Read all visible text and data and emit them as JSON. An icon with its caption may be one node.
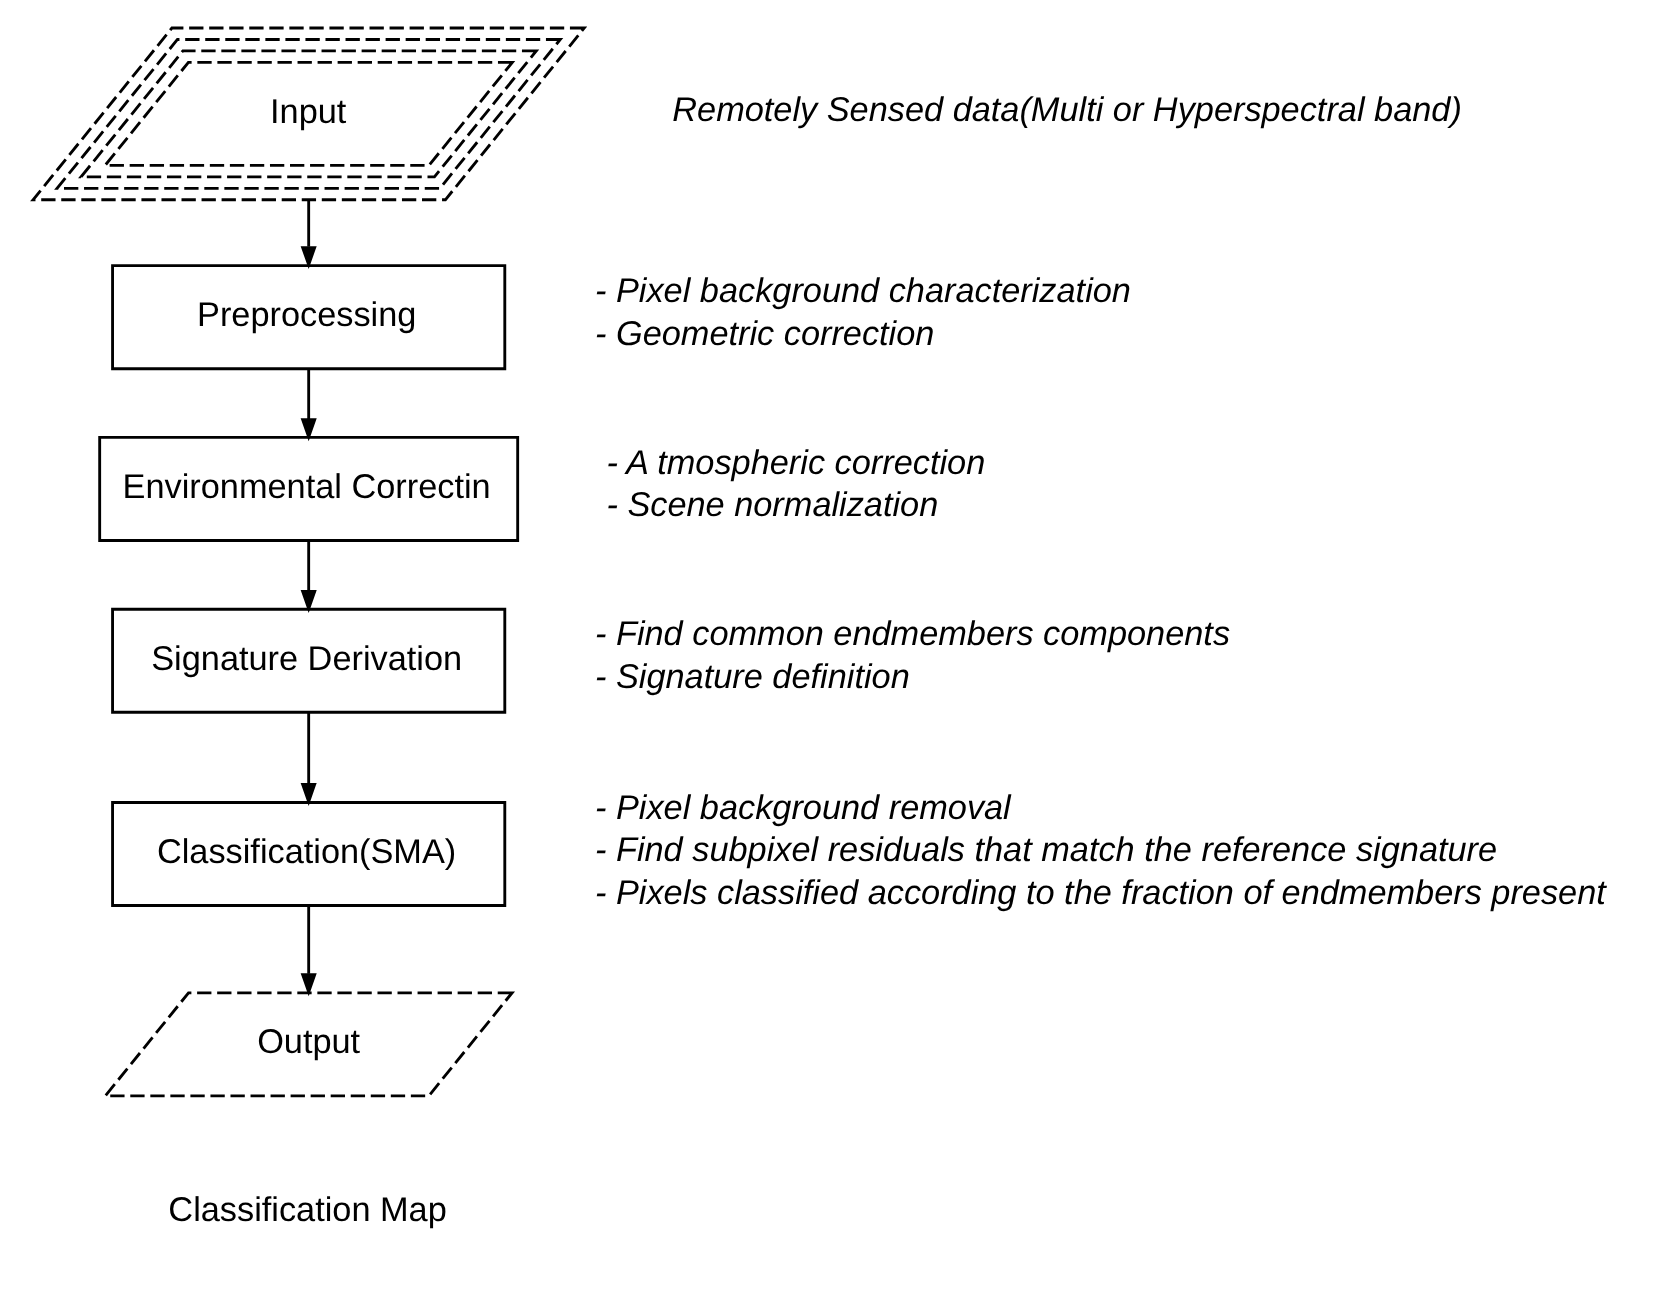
{
  "diagram": {
    "nodes": [
      {
        "text": [
          "Input"
        ],
        "beside": [
          "Remotely Sensed data(Multi or Hyperspectral band)"
        ]
      },
      {
        "text": [
          "Preprocessing"
        ],
        "beside": [
          "- Pixel background characterization",
          "- Geometric correction"
        ]
      },
      {
        "text": [
          "Environmental Correctin"
        ],
        "beside": [
          "- A tmospheric correction",
          "- Scene normalization"
        ]
      },
      {
        "text": [
          "Signature Derivation"
        ],
        "beside": [
          "- Find common endmembers components",
          "- Signature definition"
        ]
      },
      {
        "text": [
          "Classification(SMA)"
        ],
        "beside": [
          "- Pixel background removal",
          "- Find subpixel residuals that match the reference signature",
          "- Pixels classified according to the fraction of endmembers present"
        ]
      },
      {
        "text": [
          "Output"
        ],
        "beside": [
          "Classification Map"
        ]
      }
    ],
    "edges": [
      {
        "from": 0,
        "to": 1,
        "arrow": "to"
      },
      {
        "from": 1,
        "to": 2,
        "arrow": "to"
      },
      {
        "from": 2,
        "to": 3,
        "arrow": "to"
      },
      {
        "from": 3,
        "to": 4,
        "arrow": "to"
      },
      {
        "from": 4,
        "to": 5,
        "arrow": "to"
      }
    ]
  }
}
